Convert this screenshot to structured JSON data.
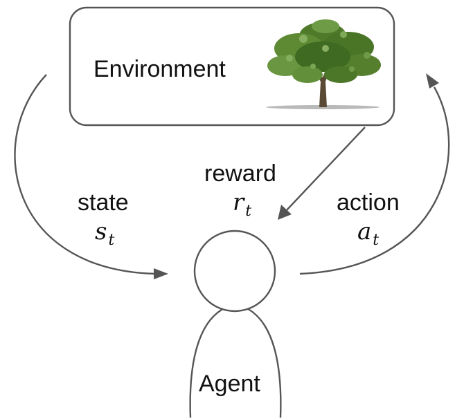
{
  "environment": {
    "label": "Environment"
  },
  "agent": {
    "label": "Agent"
  },
  "signals": {
    "state": {
      "word": "state",
      "symbol": "s",
      "subscript": "t"
    },
    "reward": {
      "word": "reward",
      "symbol": "r",
      "subscript": "t"
    },
    "action": {
      "word": "action",
      "symbol": "a",
      "subscript": "t"
    }
  },
  "icons": {
    "environment_picture": "tree-icon"
  },
  "colors": {
    "stroke": "#555555",
    "text": "#111111",
    "tree_foliage": "#4f7a2a",
    "tree_trunk": "#5a4a35"
  }
}
